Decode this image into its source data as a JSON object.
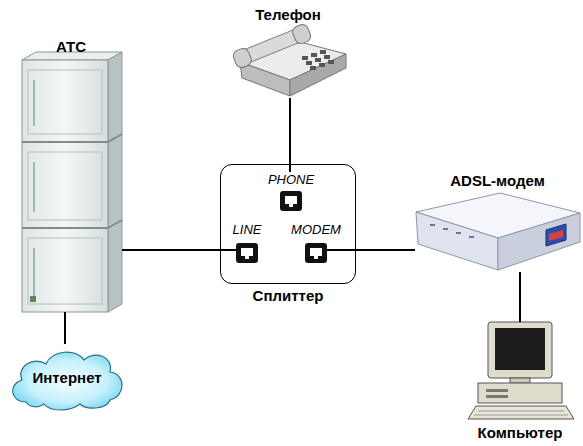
{
  "diagram": {
    "nodes": [
      {
        "text": [
          "Телефон"
        ]
      },
      {
        "text": [
          "АТС"
        ]
      },
      {
        "text": [
          "Сплиттер"
        ]
      },
      {
        "text": [
          "PHONE"
        ],
        "in": 2
      },
      {
        "text": [
          "LINE"
        ],
        "in": 2
      },
      {
        "text": [
          "MODEM"
        ],
        "in": 2
      },
      {
        "text": [
          "ADSL-модем"
        ]
      },
      {
        "text": [
          "Интернет"
        ]
      },
      {
        "text": [
          "Компьютер"
        ]
      }
    ],
    "edges": [
      {
        "from": 0,
        "to": 3,
        "arrow": "none"
      },
      {
        "from": 1,
        "to": 4,
        "arrow": "none"
      },
      {
        "from": 5,
        "to": 6,
        "arrow": "none"
      },
      {
        "from": 1,
        "to": 7,
        "arrow": "none"
      },
      {
        "from": 6,
        "to": 8,
        "arrow": "none"
      }
    ]
  }
}
